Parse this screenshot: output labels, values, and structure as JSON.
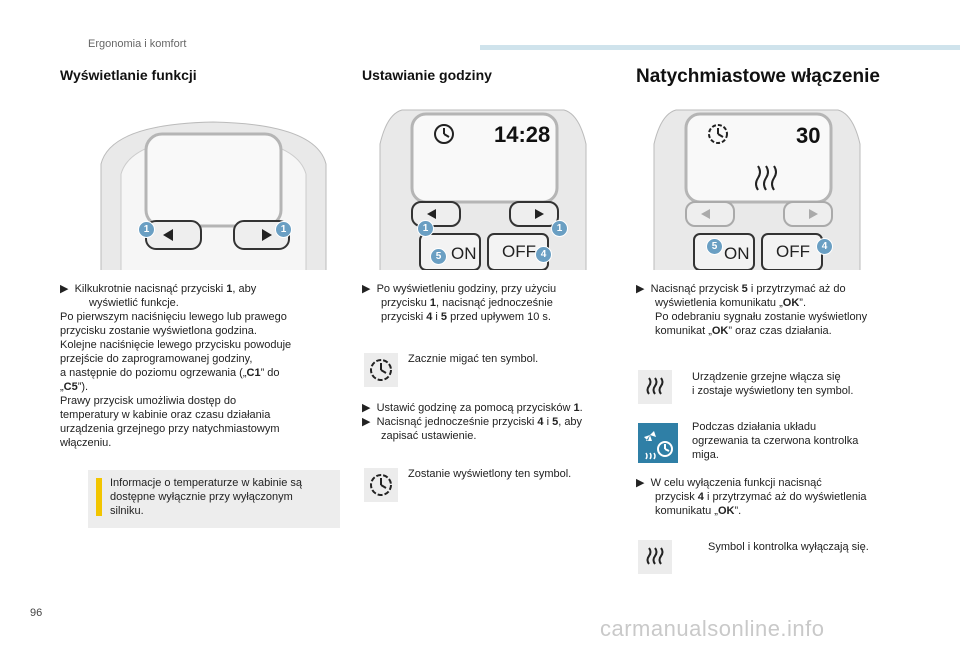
{
  "header": {
    "section": "Ergonomia i komfort",
    "page_number": "96"
  },
  "col1": {
    "title": "Wyświetlanie funkcji",
    "badge_left": "1",
    "badge_right": "1",
    "bullet1_pre": "Kilkukrotnie nacisnąć przyciski ",
    "bullet1_b": "1",
    "bullet1_post": ", aby",
    "bullet1_l2": "wyświetlić funkcje.",
    "p1": "Po pierwszym naciśnięciu lewego lub prawego",
    "p2": "przycisku zostanie wyświetlona godzina.",
    "p3": "Kolejne naciśnięcie lewego przycisku powoduje",
    "p4": "przejście do zaprogramowanej godziny,",
    "p5_pre": "a następnie do poziomu ogrzewania („",
    "p5_b": "C1",
    "p5_post": "” do",
    "p6_pre": "„",
    "p6_b": "C5",
    "p6_post": "”).",
    "p7": "Prawy przycisk umożliwia dostęp do",
    "p8": "temperatury w kabinie oraz czasu działania",
    "p9": "urządzenia grzejnego przy natychmiastowym",
    "p10": "włączeniu.",
    "info_l1": "Informacje o temperaturze w kabinie są",
    "info_l2": "dostępne wyłącznie przy wyłączonym",
    "info_l3": "silniku."
  },
  "col2": {
    "title": "Ustawianie godziny",
    "display_time": "14:28",
    "btn_on": "ON",
    "btn_off": "OFF",
    "badge1a": "1",
    "badge1b": "1",
    "badge5": "5",
    "badge4": "4",
    "b1_l1": "Po wyświetleniu godziny, przy użyciu",
    "b1_l2_pre": "przycisku ",
    "b1_l2_b": "1",
    "b1_l2_post": ", nacisnąć jednocześnie",
    "b1_l3_pre": "przyciski ",
    "b1_l3_b1": "4",
    "b1_l3_mid": " i ",
    "b1_l3_b2": "5",
    "b1_l3_post": " przed upływem 10 s.",
    "blink_text": "Zacznie migać ten symbol.",
    "b2_pre": "Ustawić godzinę za pomocą przycisków ",
    "b2_b": "1",
    "b2_post": ".",
    "b3_pre": "Nacisnąć jednocześnie przyciski ",
    "b3_b1": "4",
    "b3_mid": " i ",
    "b3_b2": "5",
    "b3_post": ", aby",
    "b3_l2": "zapisać ustawienie.",
    "shown_text": "Zostanie wyświetlony ten symbol."
  },
  "col3": {
    "title": "Natychmiastowe włączenie",
    "display_value": "30",
    "btn_on": "ON",
    "btn_off": "OFF",
    "badge5": "5",
    "badge4": "4",
    "b1_l1_pre": "Nacisnąć przycisk ",
    "b1_l1_b": "5",
    "b1_l1_post": " i przytrzymać aż do",
    "b1_l2_pre": "wyświetlenia komunikatu „",
    "b1_l2_b": "OK",
    "b1_l2_post": "”.",
    "b1_l3": "Po odebraniu sygnału zostanie wyświetlony",
    "b1_l4_pre": "komunikat „",
    "b1_l4_b": "OK",
    "b1_l4_post": "” oraz czas działania.",
    "heat_l1": "Urządzenie grzejne włącza się",
    "heat_l2": "i zostaje wyświetlony ten symbol.",
    "lamp_l1": "Podczas działania układu",
    "lamp_l2": "ogrzewania ta czerwona kontrolka",
    "lamp_l3": "miga.",
    "b2_l1": "W celu wyłączenia funkcji nacisnąć",
    "b2_l2_pre": "przycisk ",
    "b2_l2_b": "4",
    "b2_l2_post": " i przytrzymać aż do wyświetlenia",
    "b2_l3_pre": "komunikatu „",
    "b2_l3_b": "OK",
    "b2_l3_post": "”.",
    "off_text": "Symbol i kontrolka wyłączają się."
  },
  "footer": {
    "watermark": "carmanualsonline.info"
  },
  "icons": {
    "bullet": "arrow-bullet-icon",
    "clock": "clock-icon",
    "heat": "heat-waves-icon",
    "fan": "fan-timer-icon",
    "info": "info-icon"
  },
  "colors": {
    "accent": "#cfe3ec",
    "badge": "#6a9fc3",
    "info_bar": "#f2c500",
    "lamp_bg": "#2f7fa6"
  }
}
